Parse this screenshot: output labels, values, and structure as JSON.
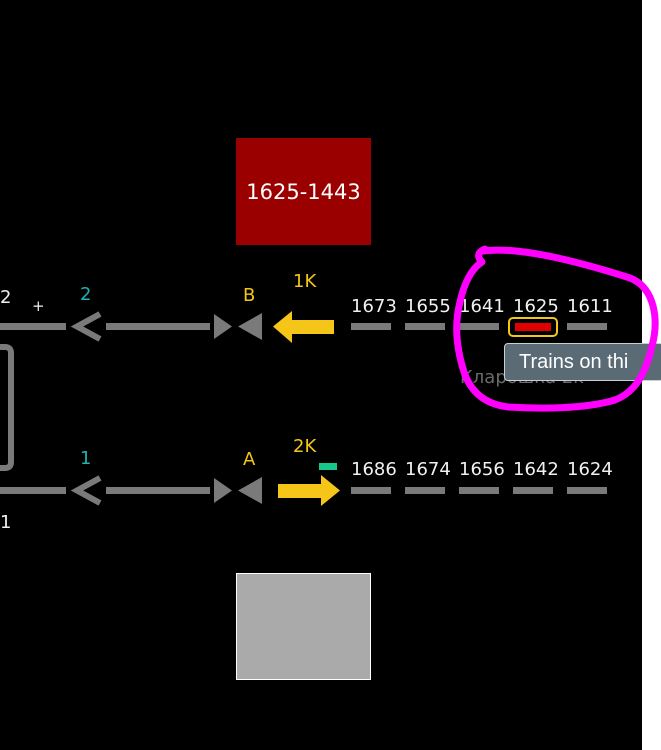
{
  "track_top": {
    "left_edge_label": "2",
    "plus_label": "+",
    "track_number": "2",
    "signal_label": "B",
    "route_label": "1K",
    "block_numbers": [
      "1673",
      "1655",
      "1641",
      "1625",
      "1611"
    ]
  },
  "track_bottom": {
    "left_edge_label": "1",
    "track_number": "1",
    "signal_label": "A",
    "route_label": "2K",
    "block_numbers": [
      "1686",
      "1674",
      "1656",
      "1642",
      "1624"
    ]
  },
  "train_box": {
    "label": "1625-1443",
    "color": "#9b0000"
  },
  "tooltip": {
    "text": "Trains on thi"
  },
  "background_label": {
    "text": "Клapошкa 2k"
  },
  "colors": {
    "canvas": "#000000",
    "track": "#7a7a7a",
    "route_arrow": "#f5c518",
    "highlight_circle": "#ff00ff",
    "occupied": "#e00000",
    "green_marker": "#17c78a",
    "track_number": "#1fb3b3"
  }
}
